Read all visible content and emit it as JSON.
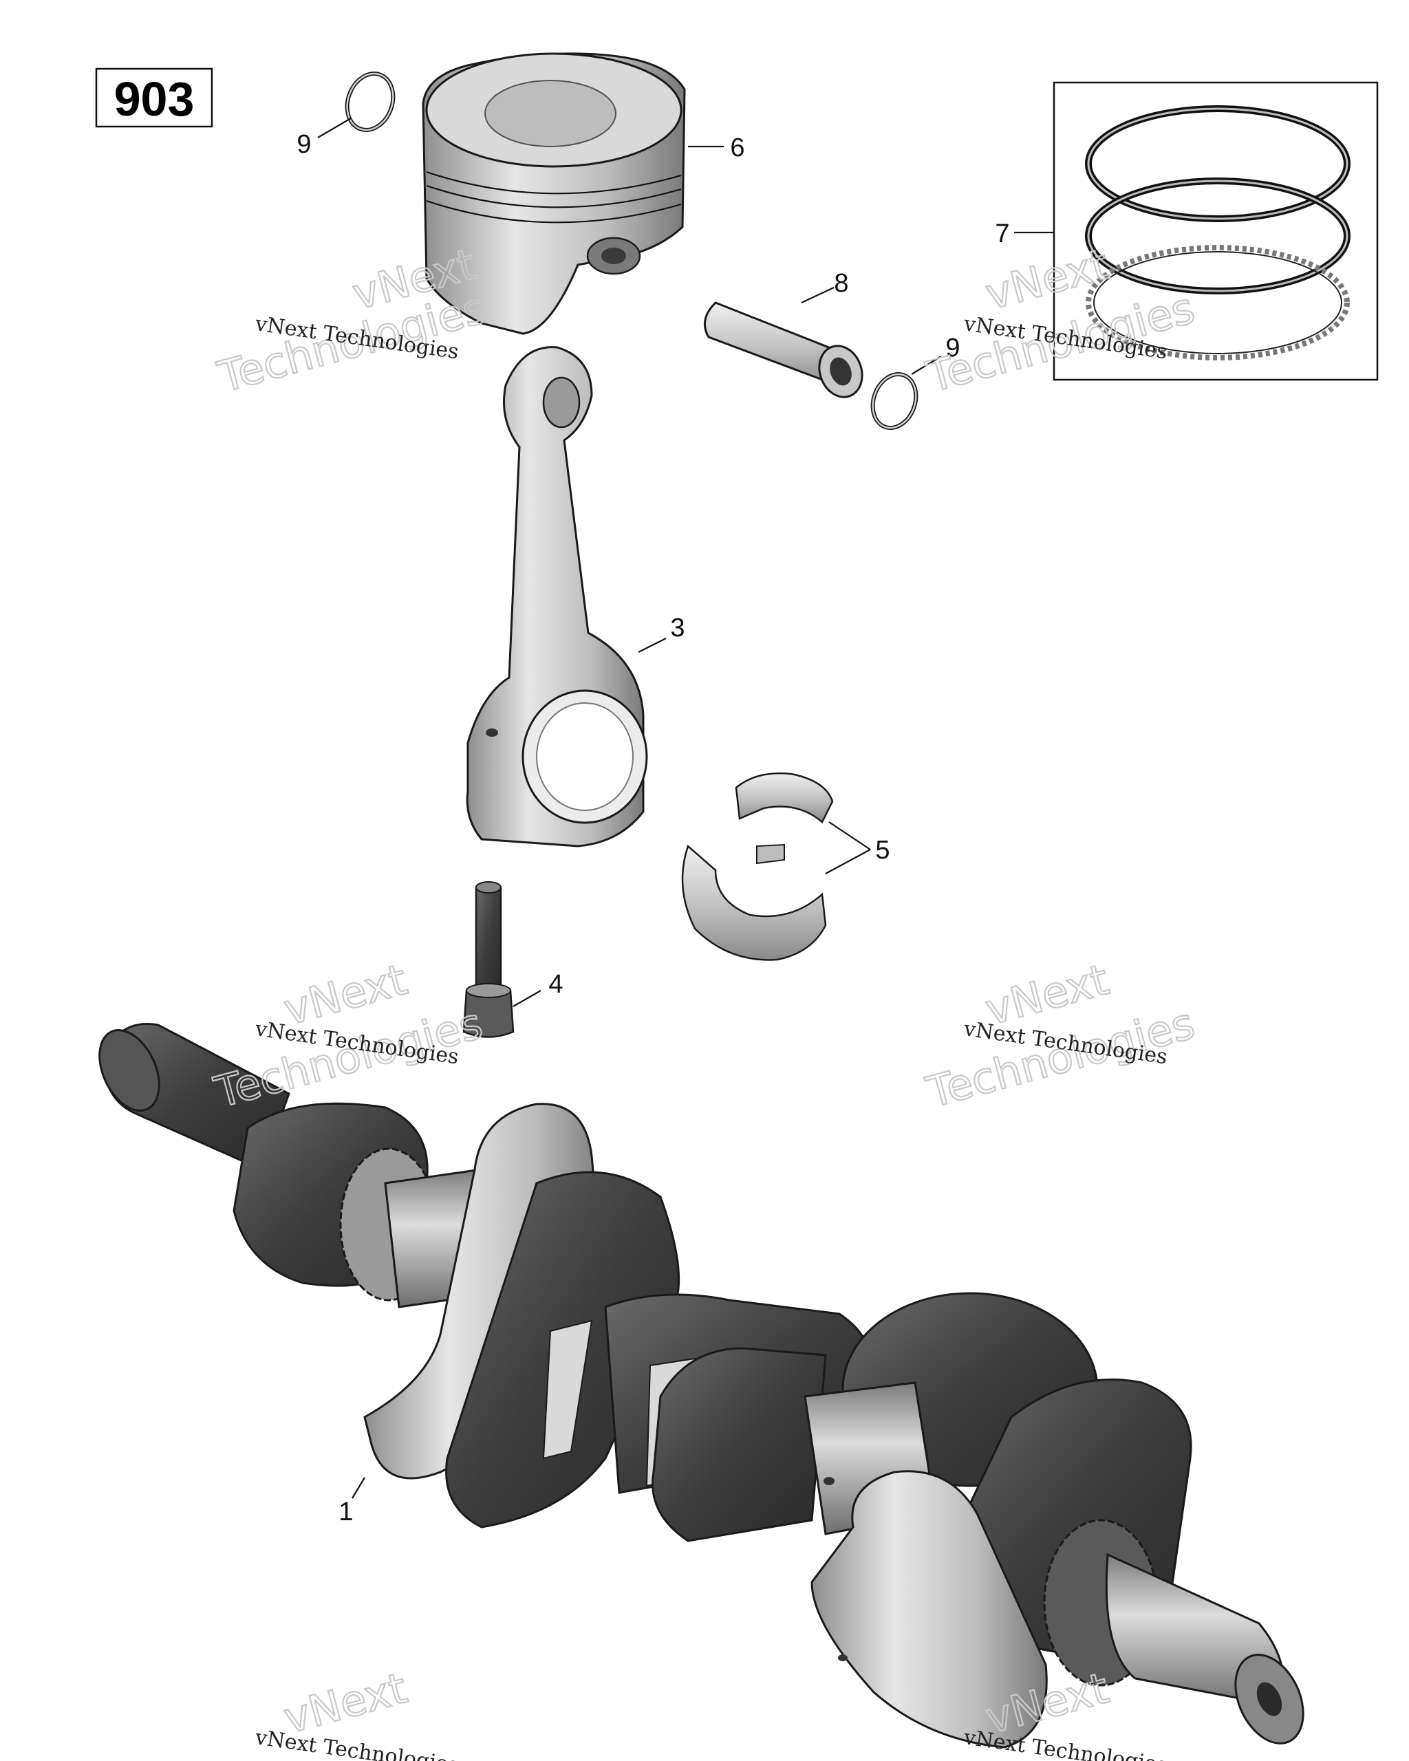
{
  "figure": {
    "number": "903"
  },
  "callouts": {
    "c1": "1",
    "c3": "3",
    "c4": "4",
    "c5": "5",
    "c6": "6",
    "c7": "7",
    "c8": "8",
    "c9a": "9",
    "c9b": "9"
  },
  "watermark": {
    "line_small": "vNext Technologies",
    "line_big_1": "vNext",
    "line_big_2": "Technologies"
  },
  "colors": {
    "metal_light": "#d4d4d4",
    "metal_mid": "#a9a9a9",
    "metal_dark": "#4a4a4a",
    "outline": "#1a1a1a"
  }
}
